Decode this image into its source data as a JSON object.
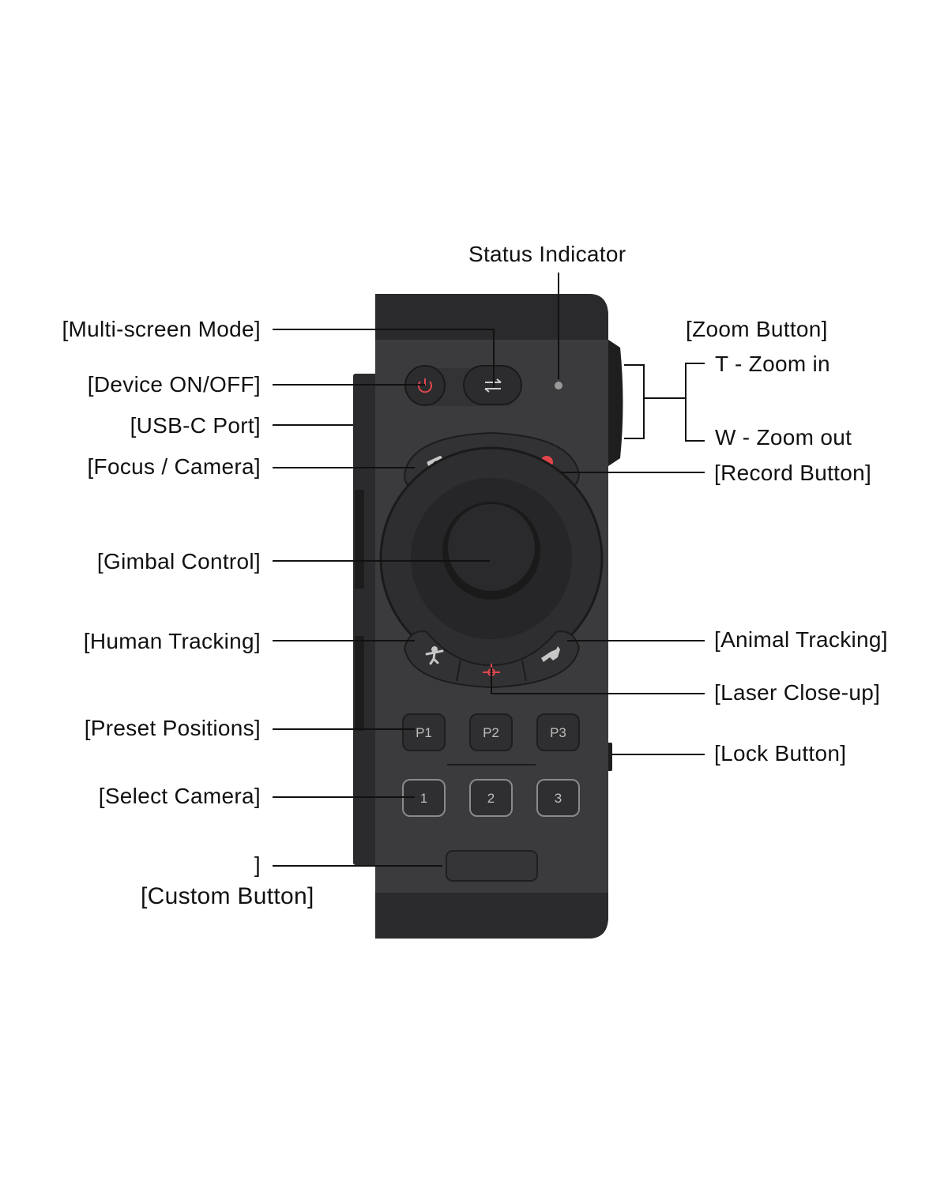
{
  "labels": {
    "status_indicator": "Status Indicator",
    "multi_screen": "[Multi-screen Mode]",
    "device_onoff": "[Device ON/OFF]",
    "usbc": "[USB-C Port]",
    "focus_camera": "[Focus / Camera]",
    "gimbal": "[Gimbal Control]",
    "human_tracking": "[Human Tracking]",
    "preset_positions": "[Preset Positions]",
    "select_camera": "[Select Camera]",
    "custom_bracket": "]",
    "custom_button": "[Custom Button]",
    "zoom_button": "[Zoom Button]",
    "zoom_in": "T - Zoom in",
    "zoom_out": "W - Zoom out",
    "record_button": "[Record Button]",
    "animal_tracking": "[Animal Tracking]",
    "laser_closeup": "[Laser Close-up]",
    "lock_button": "[Lock Button]"
  },
  "device": {
    "presets": [
      "P1",
      "P2",
      "P3"
    ],
    "cameras": [
      "1",
      "2",
      "3"
    ],
    "colors": {
      "body": "#3b3b3d",
      "accent_red": "#e0464c",
      "button": "#2f2f31"
    }
  }
}
